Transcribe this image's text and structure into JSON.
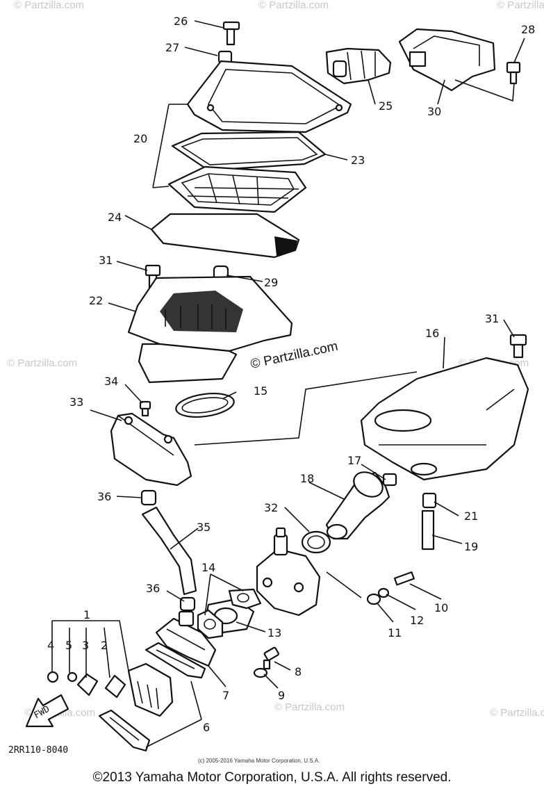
{
  "diagram": {
    "drawing_code": "2RR110-8040",
    "watermark_center": "© Partzilla.com",
    "watermark_faint": "© Partzilla.com",
    "fwd_label": "FWD",
    "small_copyright": "(c) 2005-2016 Yamaha Motor Corporation, U.S.A.",
    "callouts": [
      "1",
      "2",
      "3",
      "4",
      "5",
      "6",
      "7",
      "8",
      "9",
      "10",
      "11",
      "12",
      "13",
      "14",
      "15",
      "16",
      "17",
      "18",
      "19",
      "20",
      "21",
      "22",
      "23",
      "24",
      "25",
      "26",
      "27",
      "28",
      "29",
      "30",
      "31",
      "32",
      "33",
      "34",
      "35",
      "36"
    ]
  },
  "footer": {
    "copyright": "©2013 Yamaha Motor Corporation, U.S.A. All rights reserved."
  }
}
